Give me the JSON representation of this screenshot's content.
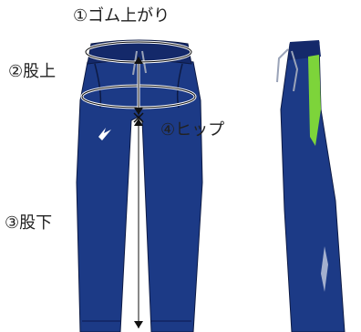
{
  "labels": {
    "waist_rise": "①ゴム上がり",
    "rise": "②股上",
    "inseam": "③股下",
    "hip": "④ヒップ"
  },
  "colors": {
    "pants_navy": "#1c3a86",
    "pants_dark": "#14296a",
    "accent_green": "#7dd43a",
    "outline": "#000000",
    "drawstring": "#9aa3b8"
  },
  "icons": {
    "front_logo": "swoosh-logo",
    "side_logo": "stripe-logo"
  }
}
